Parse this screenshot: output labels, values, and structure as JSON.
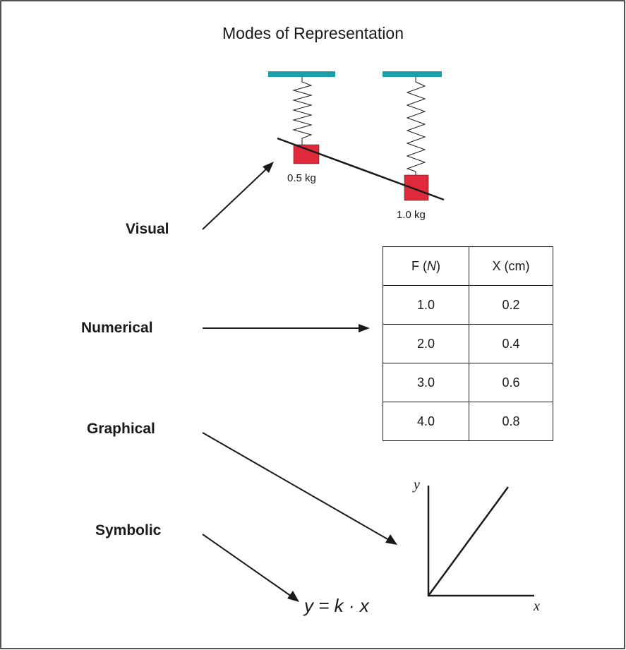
{
  "title": "Modes of Representation",
  "masses": [
    "0.5 kg",
    "1.0 kg"
  ],
  "labels": {
    "visual": "Visual",
    "numerical": "Numerical",
    "graphical": "Graphical",
    "symbolic": "Symbolic"
  },
  "table": {
    "headers": [
      {
        "prefix": "F (",
        "unit": "N",
        "suffix": ")"
      },
      {
        "text": "X (cm)"
      }
    ],
    "rows": [
      [
        "1.0",
        "0.2"
      ],
      [
        "2.0",
        "0.4"
      ],
      [
        "3.0",
        "0.6"
      ],
      [
        "4.0",
        "0.8"
      ]
    ]
  },
  "graph": {
    "y_axis": "y",
    "x_axis": "x"
  },
  "equation": "y = k · x",
  "colors": {
    "support": "#1a9ea8",
    "mass": "#e02a3b",
    "ink": "#1a1a1a"
  }
}
